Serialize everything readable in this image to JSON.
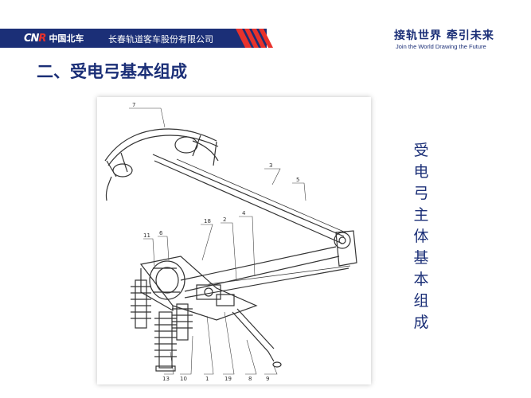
{
  "header": {
    "logo_text_1": "CN",
    "logo_text_2": "R",
    "logo_cn": "中国北车",
    "company": "长春轨道客车股份有限公司",
    "slogan_cn": "接轨世界  牵引未来",
    "slogan_en": "Join the World   Drawing the Future"
  },
  "slide": {
    "title": "二、受电弓基本组成",
    "side_text": [
      "受",
      "电",
      "弓",
      "主",
      "体",
      "基",
      "本",
      "组",
      "成"
    ]
  },
  "diagram": {
    "callouts": [
      "7",
      "3",
      "5",
      "18",
      "2",
      "4",
      "11",
      "6",
      "13",
      "10",
      "1",
      "19",
      "8",
      "9"
    ]
  },
  "colors": {
    "brand_blue": "#1b2f77",
    "brand_red": "#e8322c"
  }
}
